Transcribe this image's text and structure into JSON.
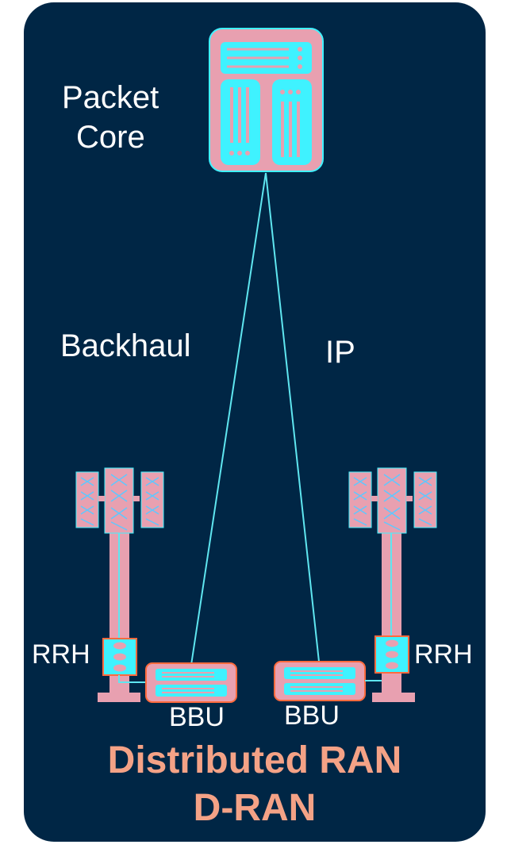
{
  "labels": {
    "packet_core_line1": "Packet",
    "packet_core_line2": "Core",
    "backhaul": "Backhaul",
    "ip": "IP",
    "rrh_left": "RRH",
    "rrh_right": "RRH",
    "bbu_left": "BBU",
    "bbu_right": "BBU",
    "title_line1": "Distributed RAN",
    "title_line2": "D-RAN"
  },
  "colors": {
    "background": "#002645",
    "device_pink": "#e8a0b0",
    "device_cyan": "#3ff2ff",
    "device_border": "#ff6a3d",
    "link_line": "#5fe6f0",
    "title_orange": "#f4a286",
    "text_white": "#ffffff"
  },
  "icons": [
    "packet-core-server-icon",
    "cell-tower-icon",
    "rrh-unit-icon",
    "bbu-unit-icon"
  ]
}
